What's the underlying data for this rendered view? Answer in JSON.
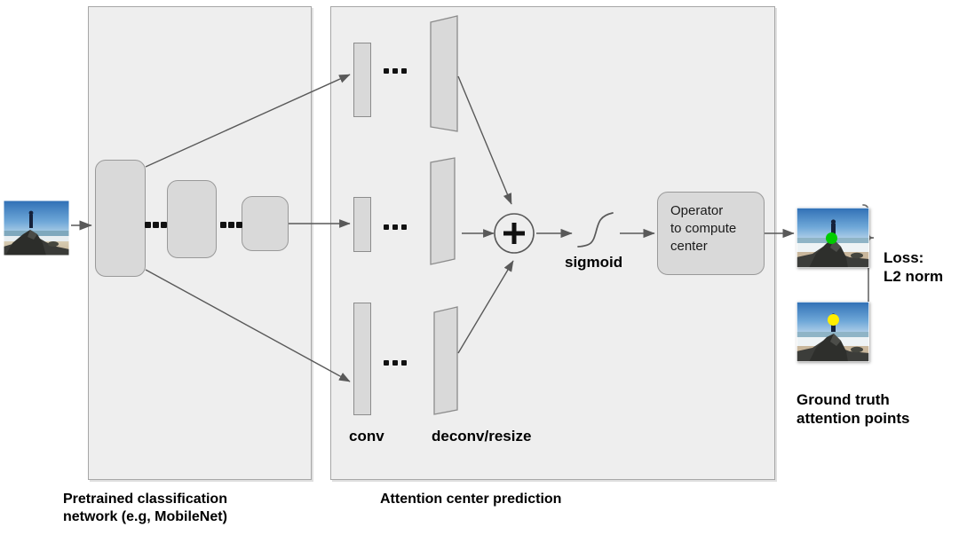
{
  "diagram": {
    "title": "Attention center prediction model architecture",
    "panels": [
      {
        "id": "panel-pretrained",
        "caption": "Pretrained classification\nnetwork (e.g, MobileNet)"
      },
      {
        "id": "panel-attention",
        "caption": "Attention center prediction"
      }
    ],
    "labels": {
      "conv": "conv",
      "deconv": "deconv/resize",
      "sigmoid": "sigmoid",
      "loss": "Loss:\nL2 norm",
      "ground_truth": "Ground truth\nattention points",
      "plus": "+"
    },
    "operator_box": {
      "name": "operator-to-compute-center",
      "lines": [
        "Operator",
        "to compute",
        "center"
      ]
    },
    "backbone_blocks": [
      {
        "name": "backbone-block-1"
      },
      {
        "name": "backbone-block-2"
      },
      {
        "name": "backbone-block-3"
      }
    ],
    "branches": [
      {
        "name": "branch-top",
        "conv": "conv",
        "deconv": "deconv/resize",
        "ellipsis": "..."
      },
      {
        "name": "branch-middle",
        "conv": "conv",
        "deconv": "deconv/resize",
        "ellipsis": "..."
      },
      {
        "name": "branch-bottom",
        "conv": "conv",
        "deconv": "deconv/resize",
        "ellipsis": "..."
      }
    ],
    "images": [
      {
        "name": "input-image",
        "alt": "Person standing on a coastal rock with ocean waves",
        "marker": null
      },
      {
        "name": "predicted-center-image",
        "alt": "Person standing on a coastal rock with ocean waves",
        "marker": "green"
      },
      {
        "name": "ground-truth-image",
        "alt": "Person standing on a coastal rock with ocean waves",
        "marker": "yellow"
      }
    ],
    "colors": {
      "panel_fill": "#eeeeee",
      "panel_stroke": "#a6a6a6",
      "block_fill": "#d9d9d9",
      "block_stroke": "#999999",
      "arrow": "#595959",
      "text": "#000000",
      "predicted_marker": "#00cc00",
      "ground_truth_marker": "#ffee00",
      "sky": "#3f87c9",
      "rock": "#30312f",
      "sand": "#cbb89a"
    }
  }
}
